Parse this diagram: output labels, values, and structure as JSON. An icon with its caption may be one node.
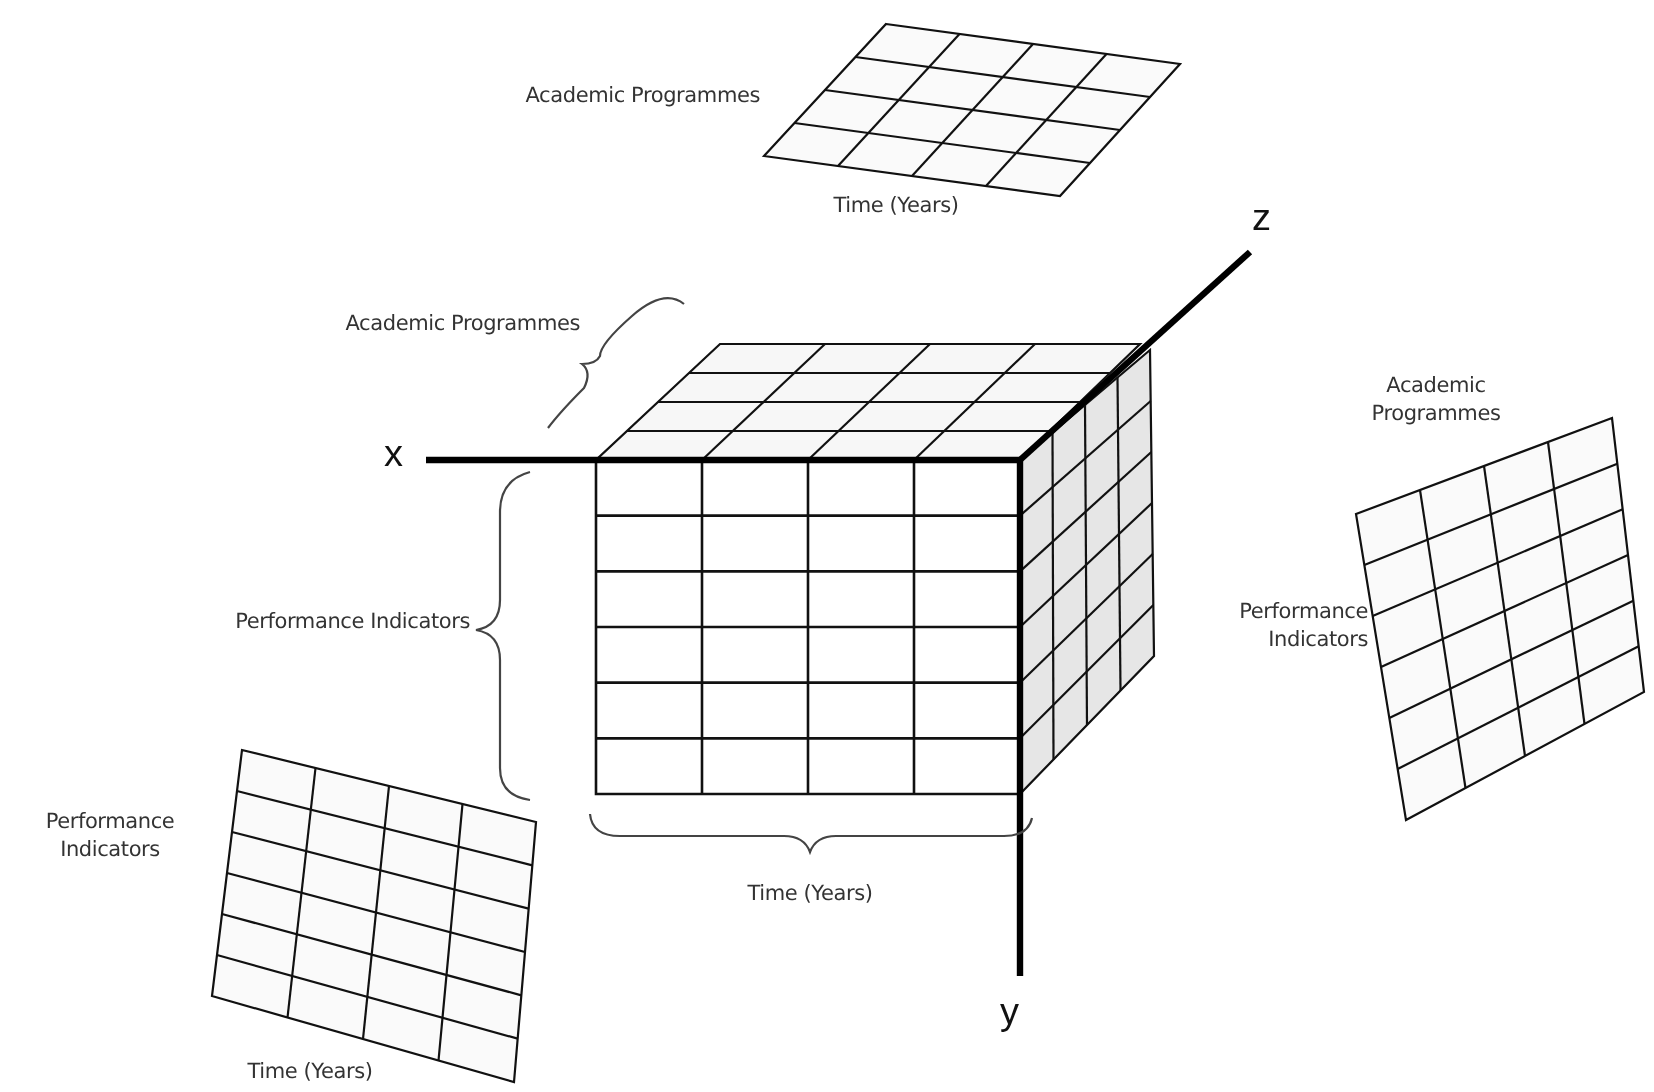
{
  "diagram": {
    "labels": [
      "Academic Programmes",
      "Time (Years)",
      "z",
      "Academic Programmes",
      "x",
      "Academic Programmes",
      "Performance Indicators",
      "Performance Indicators",
      "Performance Indicators",
      "Time (Years)",
      "y",
      "Time (Years)"
    ]
  }
}
